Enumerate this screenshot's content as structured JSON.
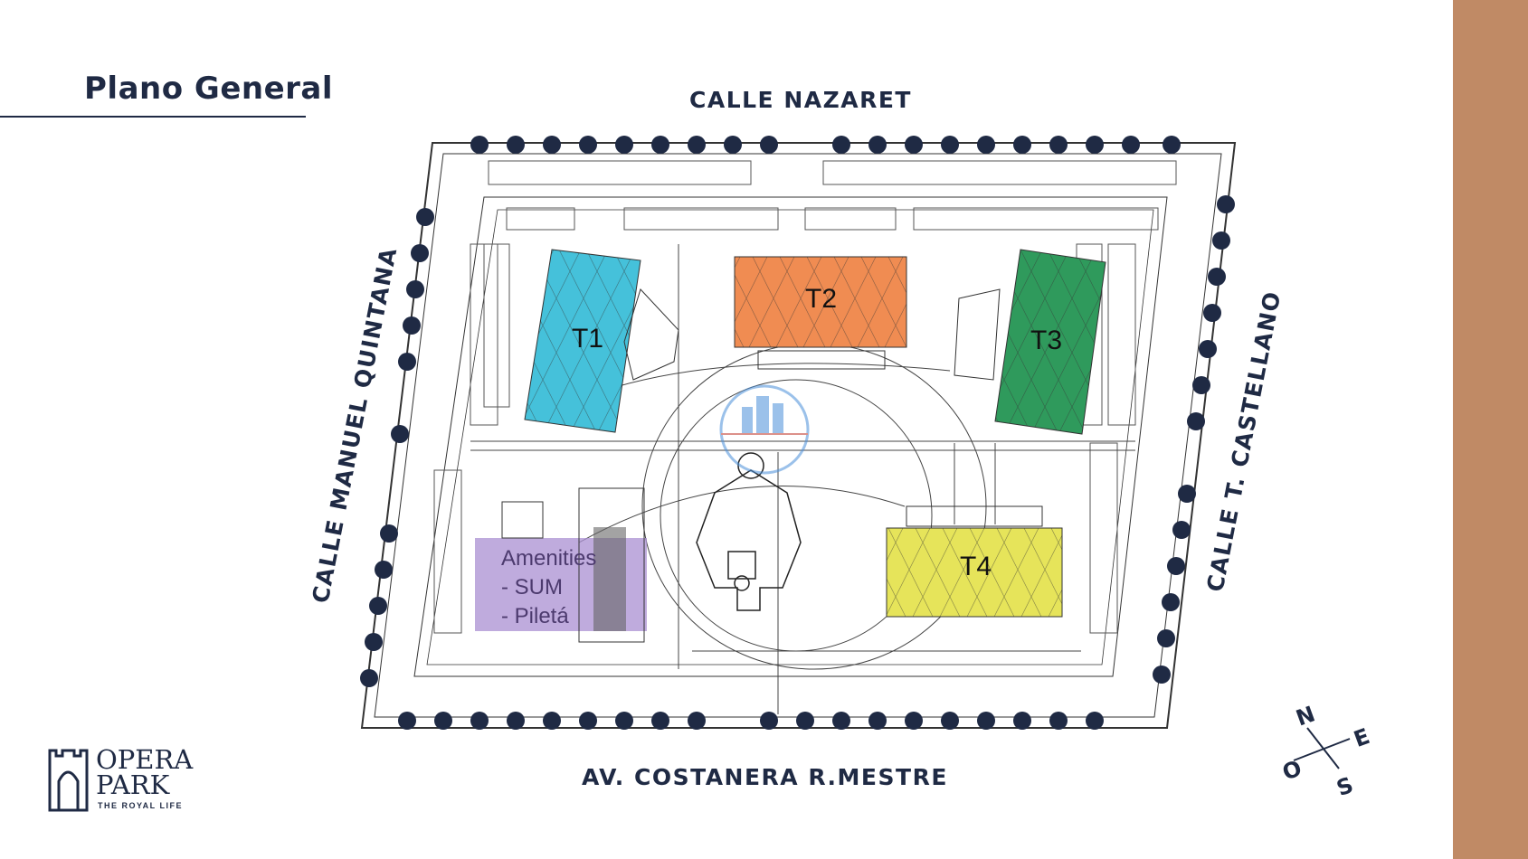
{
  "title": "Plano General",
  "streets": {
    "north": "CALLE NAZARET",
    "south": "AV. COSTANERA R.MESTRE",
    "west": "CALLE MANUEL QUINTANA",
    "east": "CALLE T. CASTELLANO"
  },
  "towers": [
    {
      "label": "T1",
      "color": "#45c1da"
    },
    {
      "label": "T2",
      "color": "#f08c52"
    },
    {
      "label": "T3",
      "color": "#2f9a5c"
    },
    {
      "label": "T4",
      "color": "#e6e45a"
    }
  ],
  "amenities": {
    "line1": "Amenities",
    "line2": "- SUM",
    "line3": "- Piletá",
    "color": "#a98fd1"
  },
  "logo": {
    "line1": "OPERA",
    "line2": "PARK",
    "tagline": "THE ROYAL LIFE",
    "icon": "castle-tower-icon"
  },
  "compass": {
    "n": "N",
    "e": "E",
    "s": "S",
    "o": "O",
    "icon": "compass-rose-icon"
  },
  "colors": {
    "accent_side_bar": "#c08a65",
    "ink": "#1f2a44"
  }
}
